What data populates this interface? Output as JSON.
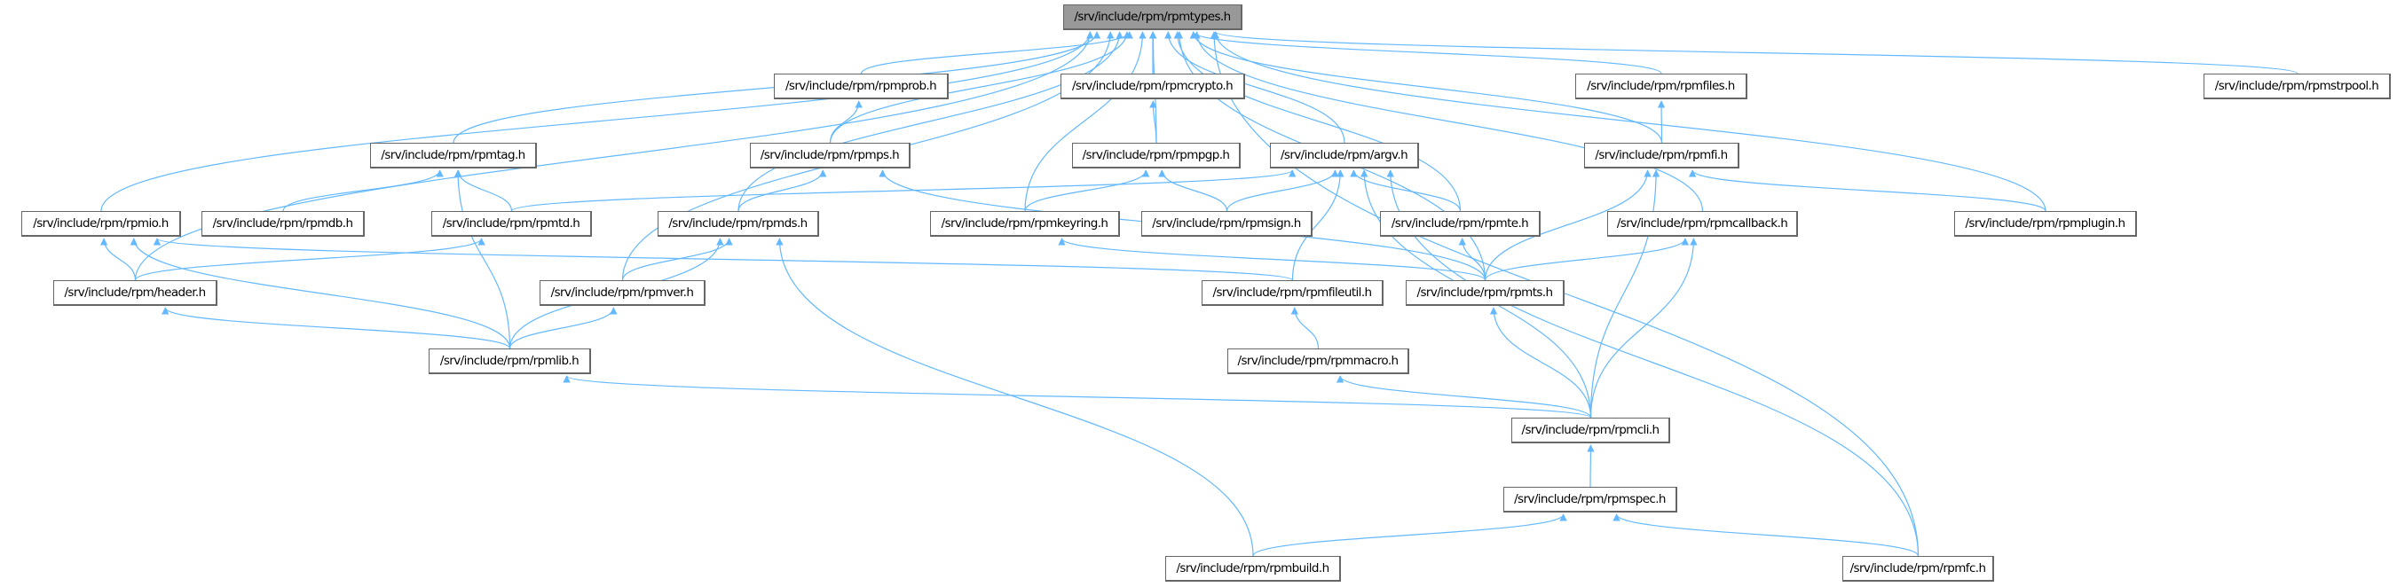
{
  "graph": {
    "root": "rpmtypes",
    "nodes": {
      "rpmtypes": "/srv/include/rpm/rpmtypes.h",
      "rpmprob": "/srv/include/rpm/rpmprob.h",
      "rpmcrypto": "/srv/include/rpm/rpmcrypto.h",
      "rpmfiles": "/srv/include/rpm/rpmfiles.h",
      "rpmstrpool": "/srv/include/rpm/rpmstrpool.h",
      "rpmtag": "/srv/include/rpm/rpmtag.h",
      "rpmps": "/srv/include/rpm/rpmps.h",
      "rpmpgp": "/srv/include/rpm/rpmpgp.h",
      "argv": "/srv/include/rpm/argv.h",
      "rpmfi": "/srv/include/rpm/rpmfi.h",
      "rpmio": "/srv/include/rpm/rpmio.h",
      "rpmdb": "/srv/include/rpm/rpmdb.h",
      "rpmtd": "/srv/include/rpm/rpmtd.h",
      "rpmds": "/srv/include/rpm/rpmds.h",
      "rpmkeyring": "/srv/include/rpm/rpmkeyring.h",
      "rpmsign": "/srv/include/rpm/rpmsign.h",
      "rpmte": "/srv/include/rpm/rpmte.h",
      "rpmcallback": "/srv/include/rpm/rpmcallback.h",
      "rpmplugin": "/srv/include/rpm/rpmplugin.h",
      "header": "/srv/include/rpm/header.h",
      "rpmver": "/srv/include/rpm/rpmver.h",
      "rpmfileutil": "/srv/include/rpm/rpmfileutil.h",
      "rpmts": "/srv/include/rpm/rpmts.h",
      "rpmlib": "/srv/include/rpm/rpmlib.h",
      "rpmmacro": "/srv/include/rpm/rpmmacro.h",
      "rpmcli": "/srv/include/rpm/rpmcli.h",
      "rpmspec": "/srv/include/rpm/rpmspec.h",
      "rpmbuild": "/srv/include/rpm/rpmbuild.h",
      "rpmfc": "/srv/include/rpm/rpmfc.h"
    },
    "edges": [
      [
        "rpmprob",
        "rpmtypes"
      ],
      [
        "rpmcrypto",
        "rpmtypes"
      ],
      [
        "rpmfiles",
        "rpmtypes"
      ],
      [
        "rpmstrpool",
        "rpmtypes"
      ],
      [
        "rpmtag",
        "rpmtypes"
      ],
      [
        "rpmps",
        "rpmtypes"
      ],
      [
        "rpmpgp",
        "rpmtypes"
      ],
      [
        "argv",
        "rpmtypes"
      ],
      [
        "rpmfi",
        "rpmtypes"
      ],
      [
        "rpmio",
        "rpmtypes"
      ],
      [
        "rpmds",
        "rpmtypes"
      ],
      [
        "rpmkeyring",
        "rpmtypes"
      ],
      [
        "rpmte",
        "rpmtypes"
      ],
      [
        "rpmcallback",
        "rpmtypes"
      ],
      [
        "rpmplugin",
        "rpmtypes"
      ],
      [
        "header",
        "rpmtypes"
      ],
      [
        "rpmver",
        "rpmtypes"
      ],
      [
        "rpmts",
        "rpmtypes"
      ],
      [
        "rpmfc",
        "rpmtypes"
      ],
      [
        "rpmps",
        "rpmprob"
      ],
      [
        "rpmpgp",
        "rpmcrypto"
      ],
      [
        "rpmfi",
        "rpmfiles"
      ],
      [
        "rpmdb",
        "rpmtag"
      ],
      [
        "rpmtd",
        "rpmtag"
      ],
      [
        "rpmlib",
        "rpmtag"
      ],
      [
        "rpmds",
        "rpmps"
      ],
      [
        "rpmts",
        "rpmps"
      ],
      [
        "rpmkeyring",
        "rpmpgp"
      ],
      [
        "rpmsign",
        "rpmpgp"
      ],
      [
        "rpmtd",
        "argv"
      ],
      [
        "rpmsign",
        "argv"
      ],
      [
        "rpmfileutil",
        "argv"
      ],
      [
        "rpmte",
        "argv"
      ],
      [
        "rpmcli",
        "argv"
      ],
      [
        "rpmfc",
        "argv"
      ],
      [
        "rpmts",
        "rpmfi"
      ],
      [
        "rpmplugin",
        "rpmfi"
      ],
      [
        "rpmcli",
        "rpmfi"
      ],
      [
        "header",
        "rpmio"
      ],
      [
        "rpmlib",
        "rpmio"
      ],
      [
        "rpmfileutil",
        "rpmio"
      ],
      [
        "header",
        "rpmtd"
      ],
      [
        "rpmver",
        "rpmds"
      ],
      [
        "rpmlib",
        "rpmds"
      ],
      [
        "rpmbuild",
        "rpmds"
      ],
      [
        "rpmts",
        "rpmkeyring"
      ],
      [
        "rpmts",
        "rpmte"
      ],
      [
        "rpmts",
        "rpmcallback"
      ],
      [
        "rpmcli",
        "rpmcallback"
      ],
      [
        "rpmlib",
        "header"
      ],
      [
        "rpmlib",
        "rpmver"
      ],
      [
        "rpmmacro",
        "rpmfileutil"
      ],
      [
        "rpmcli",
        "rpmts"
      ],
      [
        "rpmcli",
        "rpmlib"
      ],
      [
        "rpmcli",
        "rpmmacro"
      ],
      [
        "rpmspec",
        "rpmcli"
      ],
      [
        "rpmbuild",
        "rpmspec"
      ],
      [
        "rpmfc",
        "rpmspec"
      ]
    ]
  },
  "colors": {
    "edge": "#63b8ff",
    "root_fill": "#999999",
    "node_border": "#666666"
  }
}
